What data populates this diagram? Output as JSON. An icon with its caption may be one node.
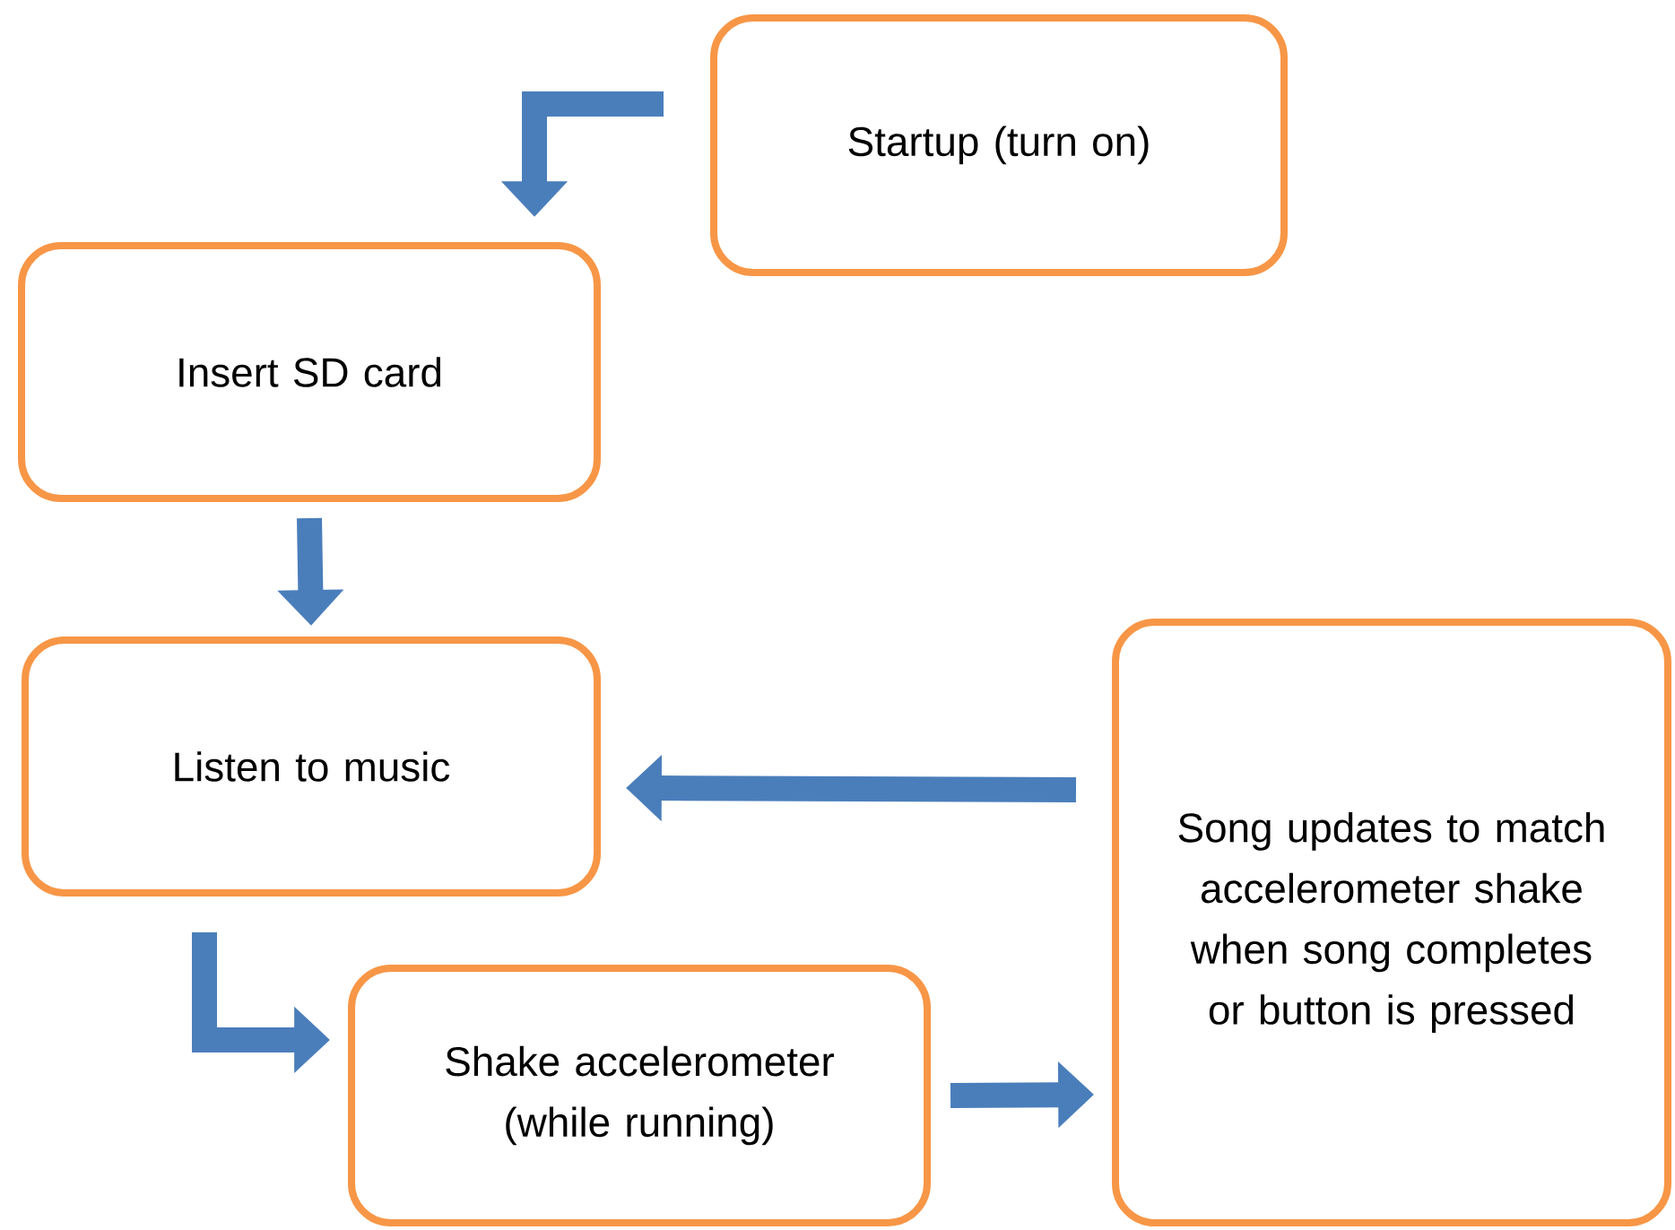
{
  "diagram": {
    "nodes": [
      {
        "text": [
          "Startup (turn on)"
        ]
      },
      {
        "text": [
          "Insert SD card"
        ]
      },
      {
        "text": [
          "Listen to music"
        ]
      },
      {
        "text": [
          "Shake accelerometer (while running)"
        ]
      },
      {
        "text": [
          "Song updates to match accelerometer shake when song completes or button is pressed"
        ]
      }
    ],
    "edges": [
      {
        "from": 0,
        "to": 1,
        "arrow": "to"
      },
      {
        "from": 1,
        "to": 2,
        "arrow": "to"
      },
      {
        "from": 4,
        "to": 2,
        "arrow": "to"
      },
      {
        "from": 2,
        "to": 3,
        "arrow": "to"
      },
      {
        "from": 3,
        "to": 4,
        "arrow": "to"
      }
    ]
  }
}
